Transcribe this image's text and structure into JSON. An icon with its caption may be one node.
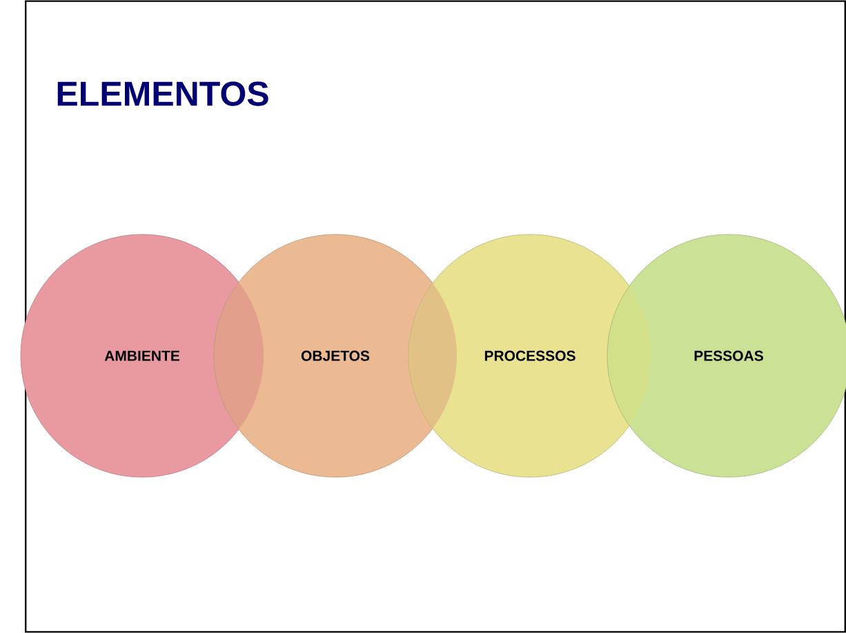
{
  "diagram": {
    "title": "ELEMENTOS",
    "nodes": [
      {
        "text": [
          "AMBIENTE"
        ]
      },
      {
        "text": [
          "OBJETOS"
        ]
      },
      {
        "text": [
          "PROCESSOS"
        ]
      },
      {
        "text": [
          "PESSOAS"
        ]
      }
    ]
  }
}
